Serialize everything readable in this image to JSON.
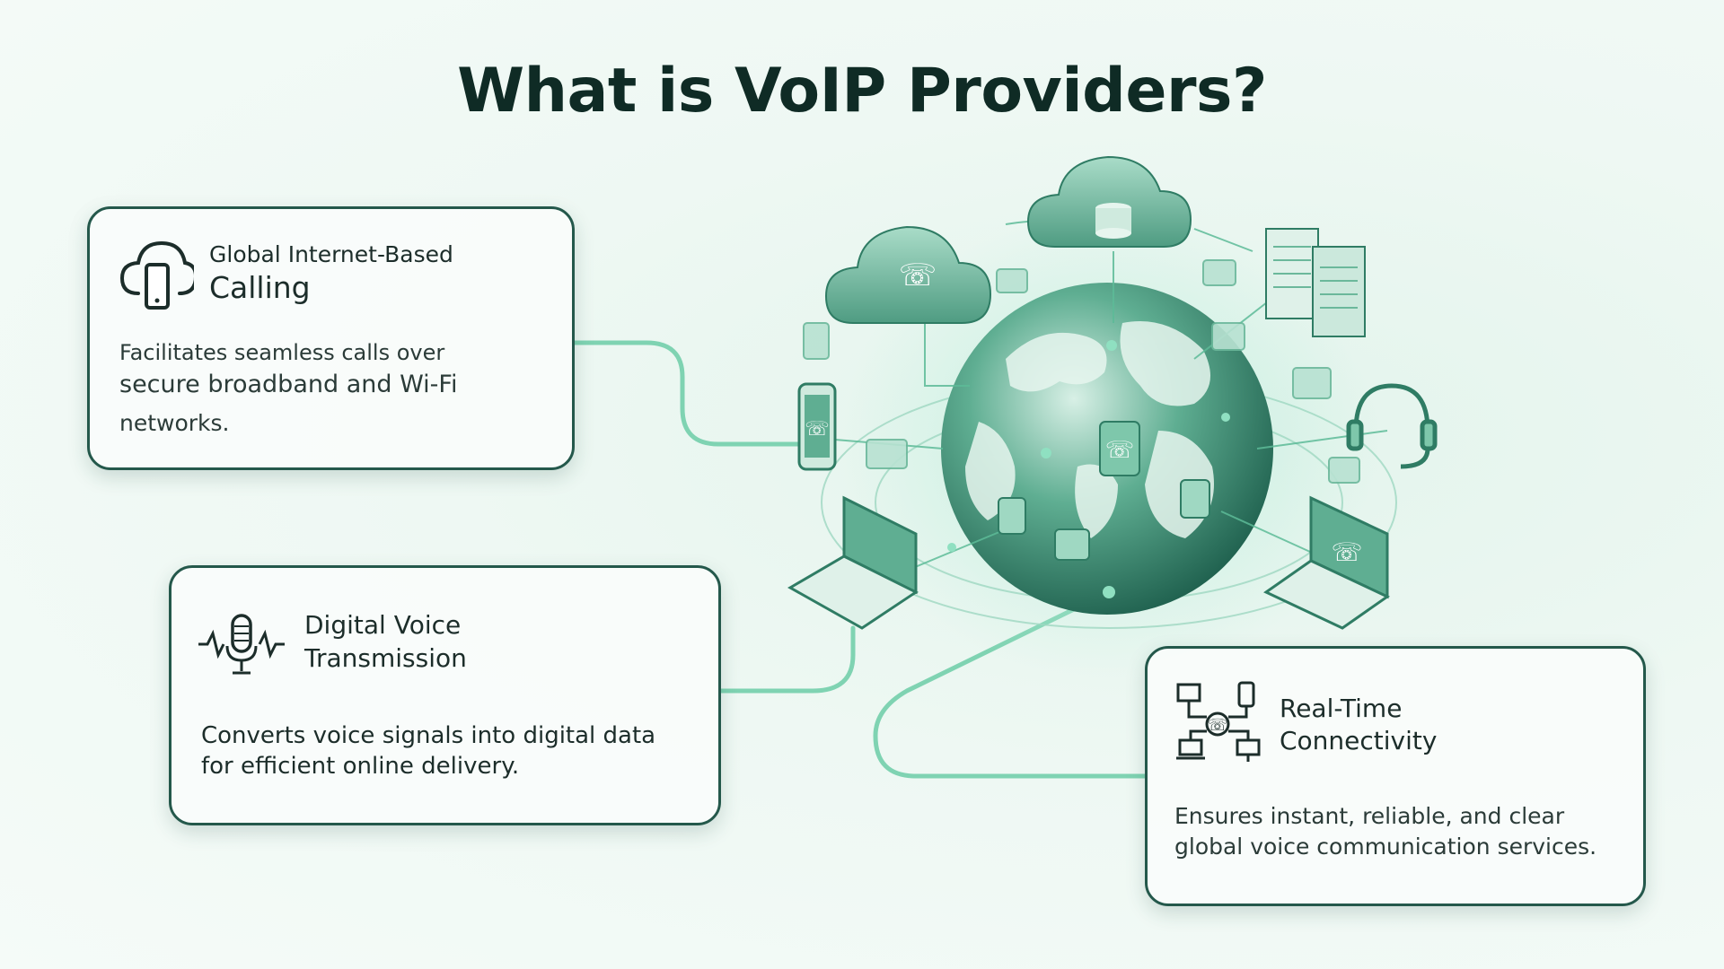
{
  "title": "What is VoIP Providers?",
  "cards": [
    {
      "icon": "cloud-phone-icon",
      "subheading": "Global Internet-Based",
      "heading": "Calling",
      "lines": [
        "Facilitates seamless calls over",
        "secure broadband and Wi-Fi",
        "networks."
      ]
    },
    {
      "icon": "microphone-wave-icon",
      "heading_lines": [
        "Digital Voice",
        "Transmission"
      ],
      "lines": [
        "Converts voice signals into digital data",
        "for efficient online delivery."
      ]
    },
    {
      "icon": "network-devices-icon",
      "heading_lines": [
        "Real-Time",
        "Connectivity"
      ],
      "lines": [
        "Ensures instant, reliable, and clear",
        "global voice communication services."
      ]
    }
  ],
  "colors": {
    "accent": "#3bb48c",
    "dark_teal": "#24584b",
    "title": "#0f2b25"
  }
}
